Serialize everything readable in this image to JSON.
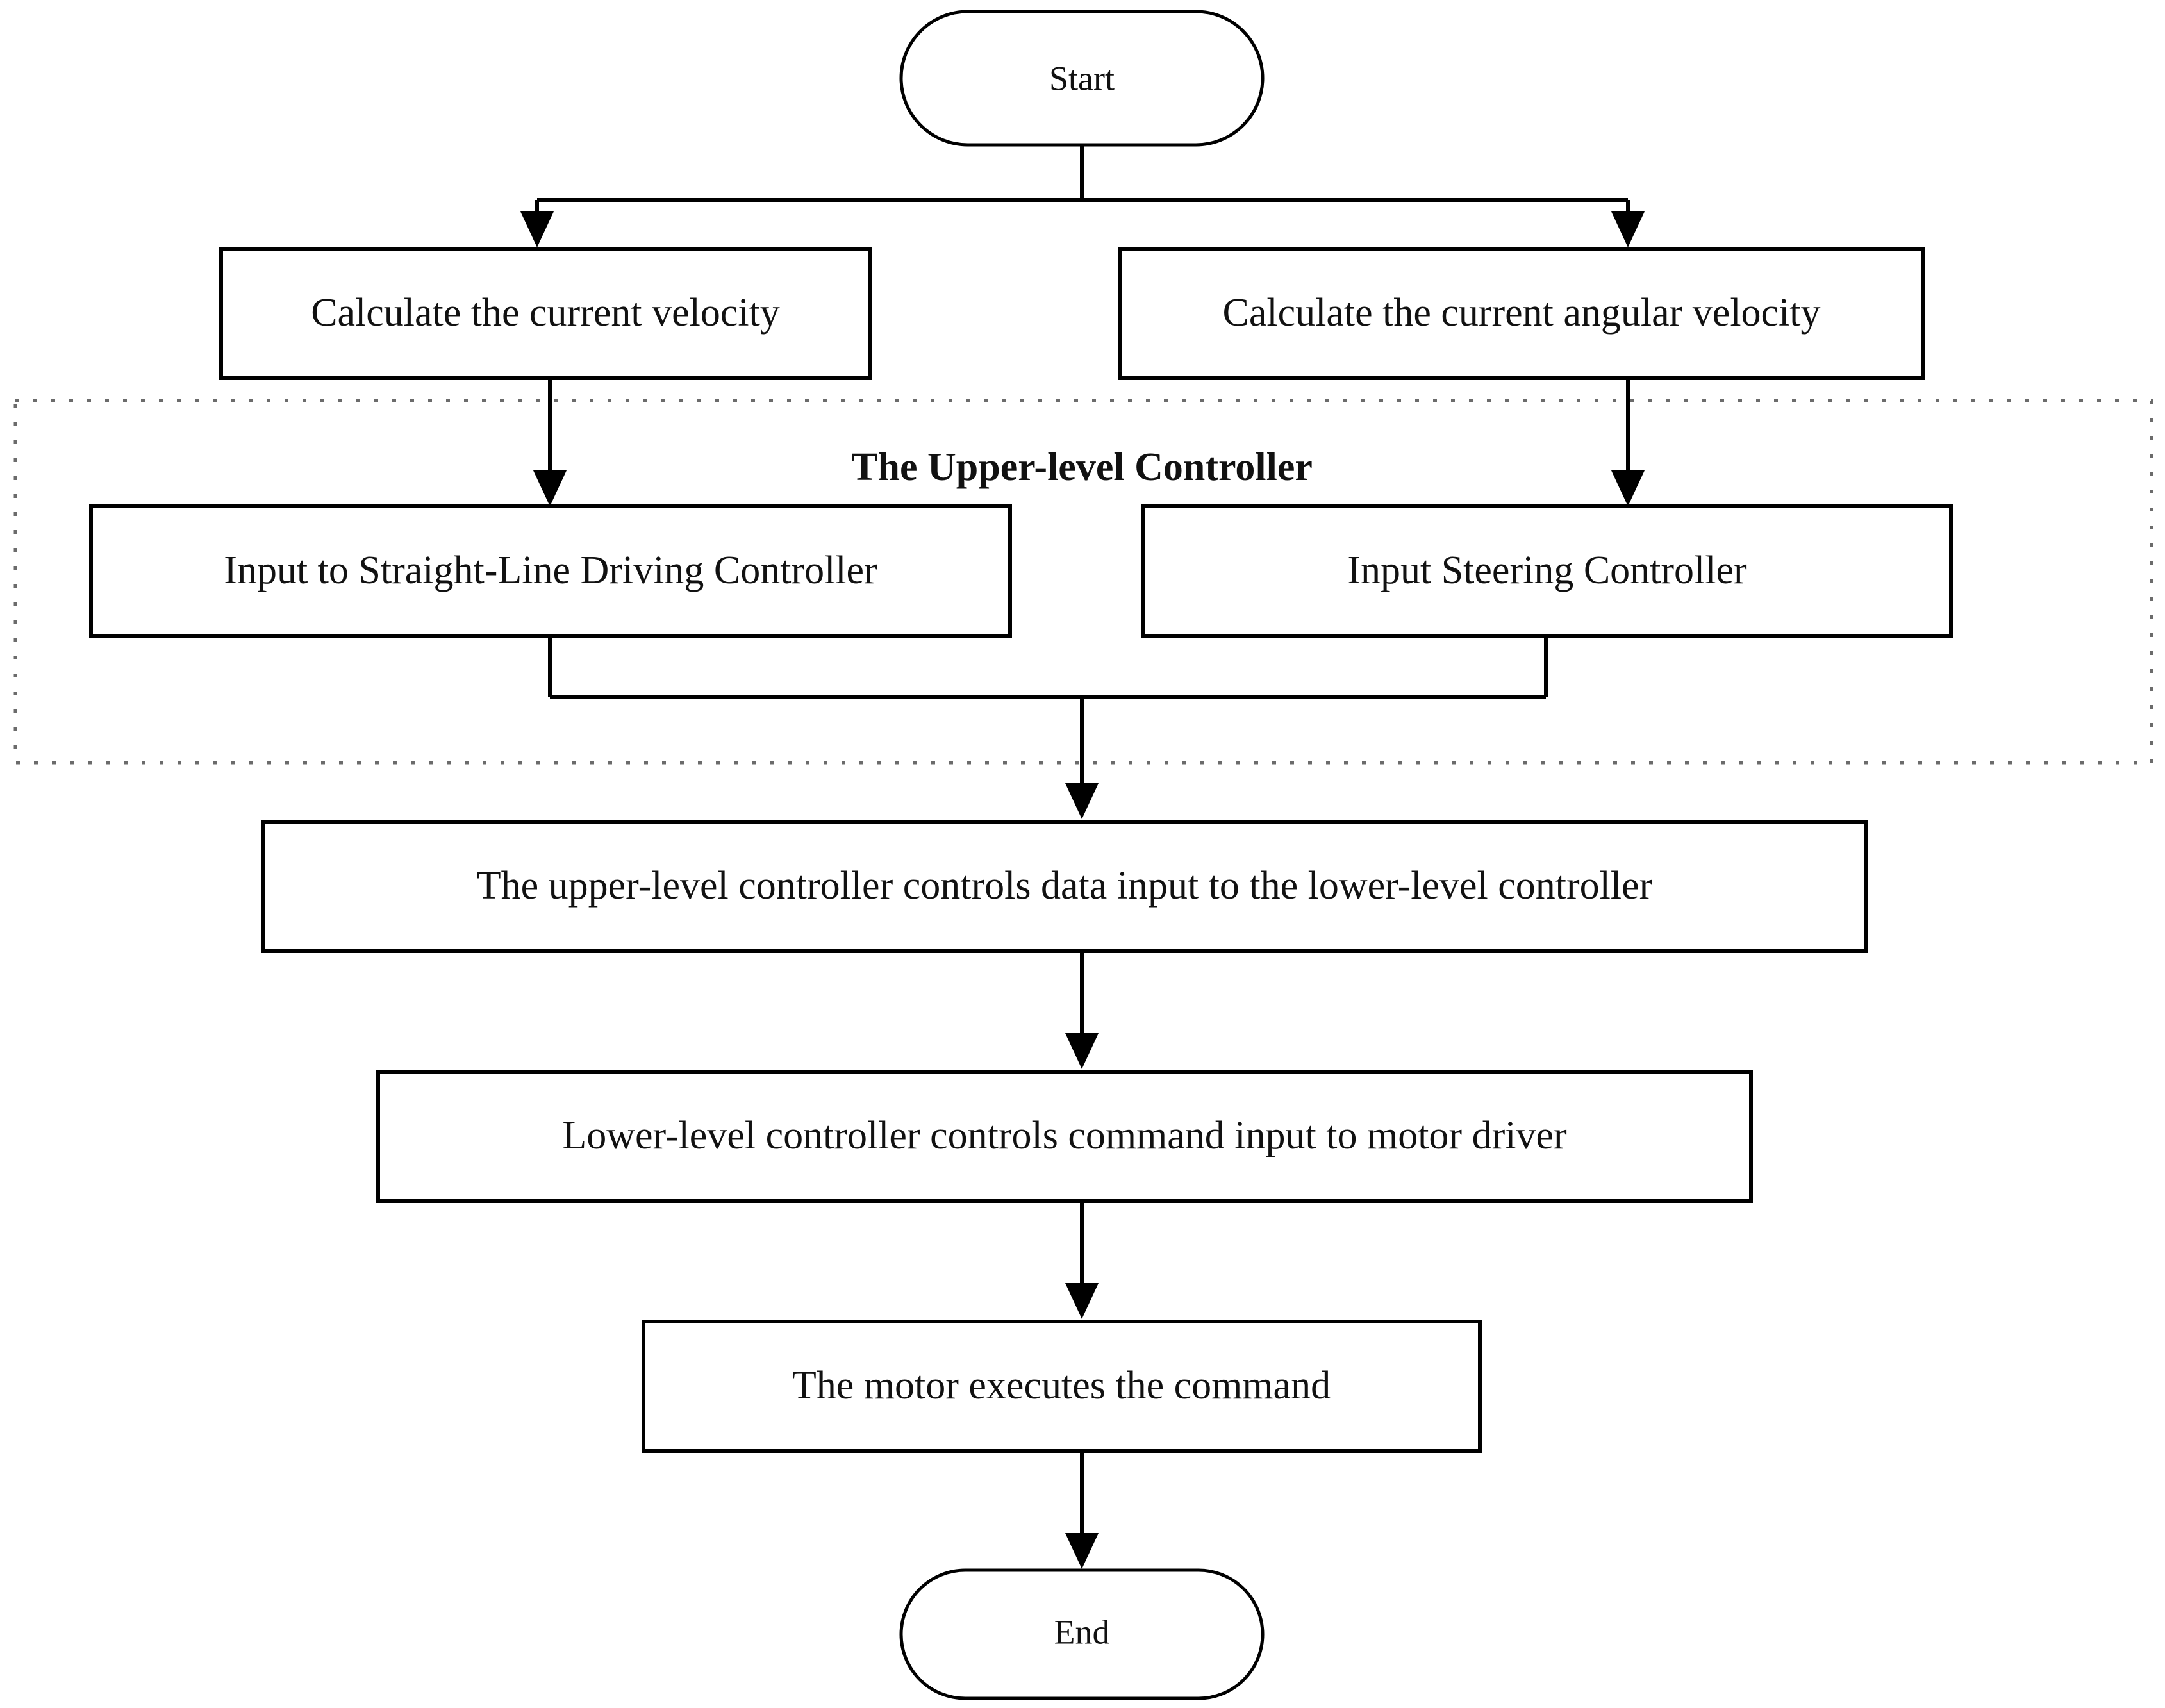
{
  "diagram": {
    "type": "flowchart",
    "title": "",
    "background_color": "#ffffff",
    "stroke_color": "#000000",
    "group_stroke_color": "#6b6b6b",
    "group": {
      "label": "The Upper-level Controller",
      "border_style": "dotted"
    },
    "nodes": {
      "start": {
        "label": "Start",
        "shape": "stadium"
      },
      "calc_velocity": {
        "label": "Calculate the current velocity",
        "shape": "rectangle"
      },
      "calc_angular_velocity": {
        "label": "Calculate the current angular velocity",
        "shape": "rectangle"
      },
      "input_straight": {
        "label": "Input to Straight-Line Driving Controller",
        "shape": "rectangle"
      },
      "input_steering": {
        "label": "Input Steering Controller",
        "shape": "rectangle"
      },
      "upper_to_lower": {
        "label": "The upper-level controller controls data input to the lower-level controller",
        "shape": "rectangle"
      },
      "lower_to_driver": {
        "label": "Lower-level controller controls command input to motor driver",
        "shape": "rectangle"
      },
      "motor_executes": {
        "label": "The motor executes the command",
        "shape": "rectangle"
      },
      "end": {
        "label": "End",
        "shape": "stadium"
      }
    },
    "edges": [
      {
        "from": "start",
        "to": "calc_velocity",
        "arrow": true
      },
      {
        "from": "start",
        "to": "calc_angular_velocity",
        "arrow": true
      },
      {
        "from": "calc_velocity",
        "to": "input_straight",
        "arrow": true
      },
      {
        "from": "calc_angular_velocity",
        "to": "input_steering",
        "arrow": true
      },
      {
        "from": "input_straight",
        "to": "upper_to_lower",
        "arrow": true
      },
      {
        "from": "input_steering",
        "to": "upper_to_lower",
        "arrow": true
      },
      {
        "from": "upper_to_lower",
        "to": "lower_to_driver",
        "arrow": true
      },
      {
        "from": "lower_to_driver",
        "to": "motor_executes",
        "arrow": true
      },
      {
        "from": "motor_executes",
        "to": "end",
        "arrow": true
      }
    ]
  }
}
